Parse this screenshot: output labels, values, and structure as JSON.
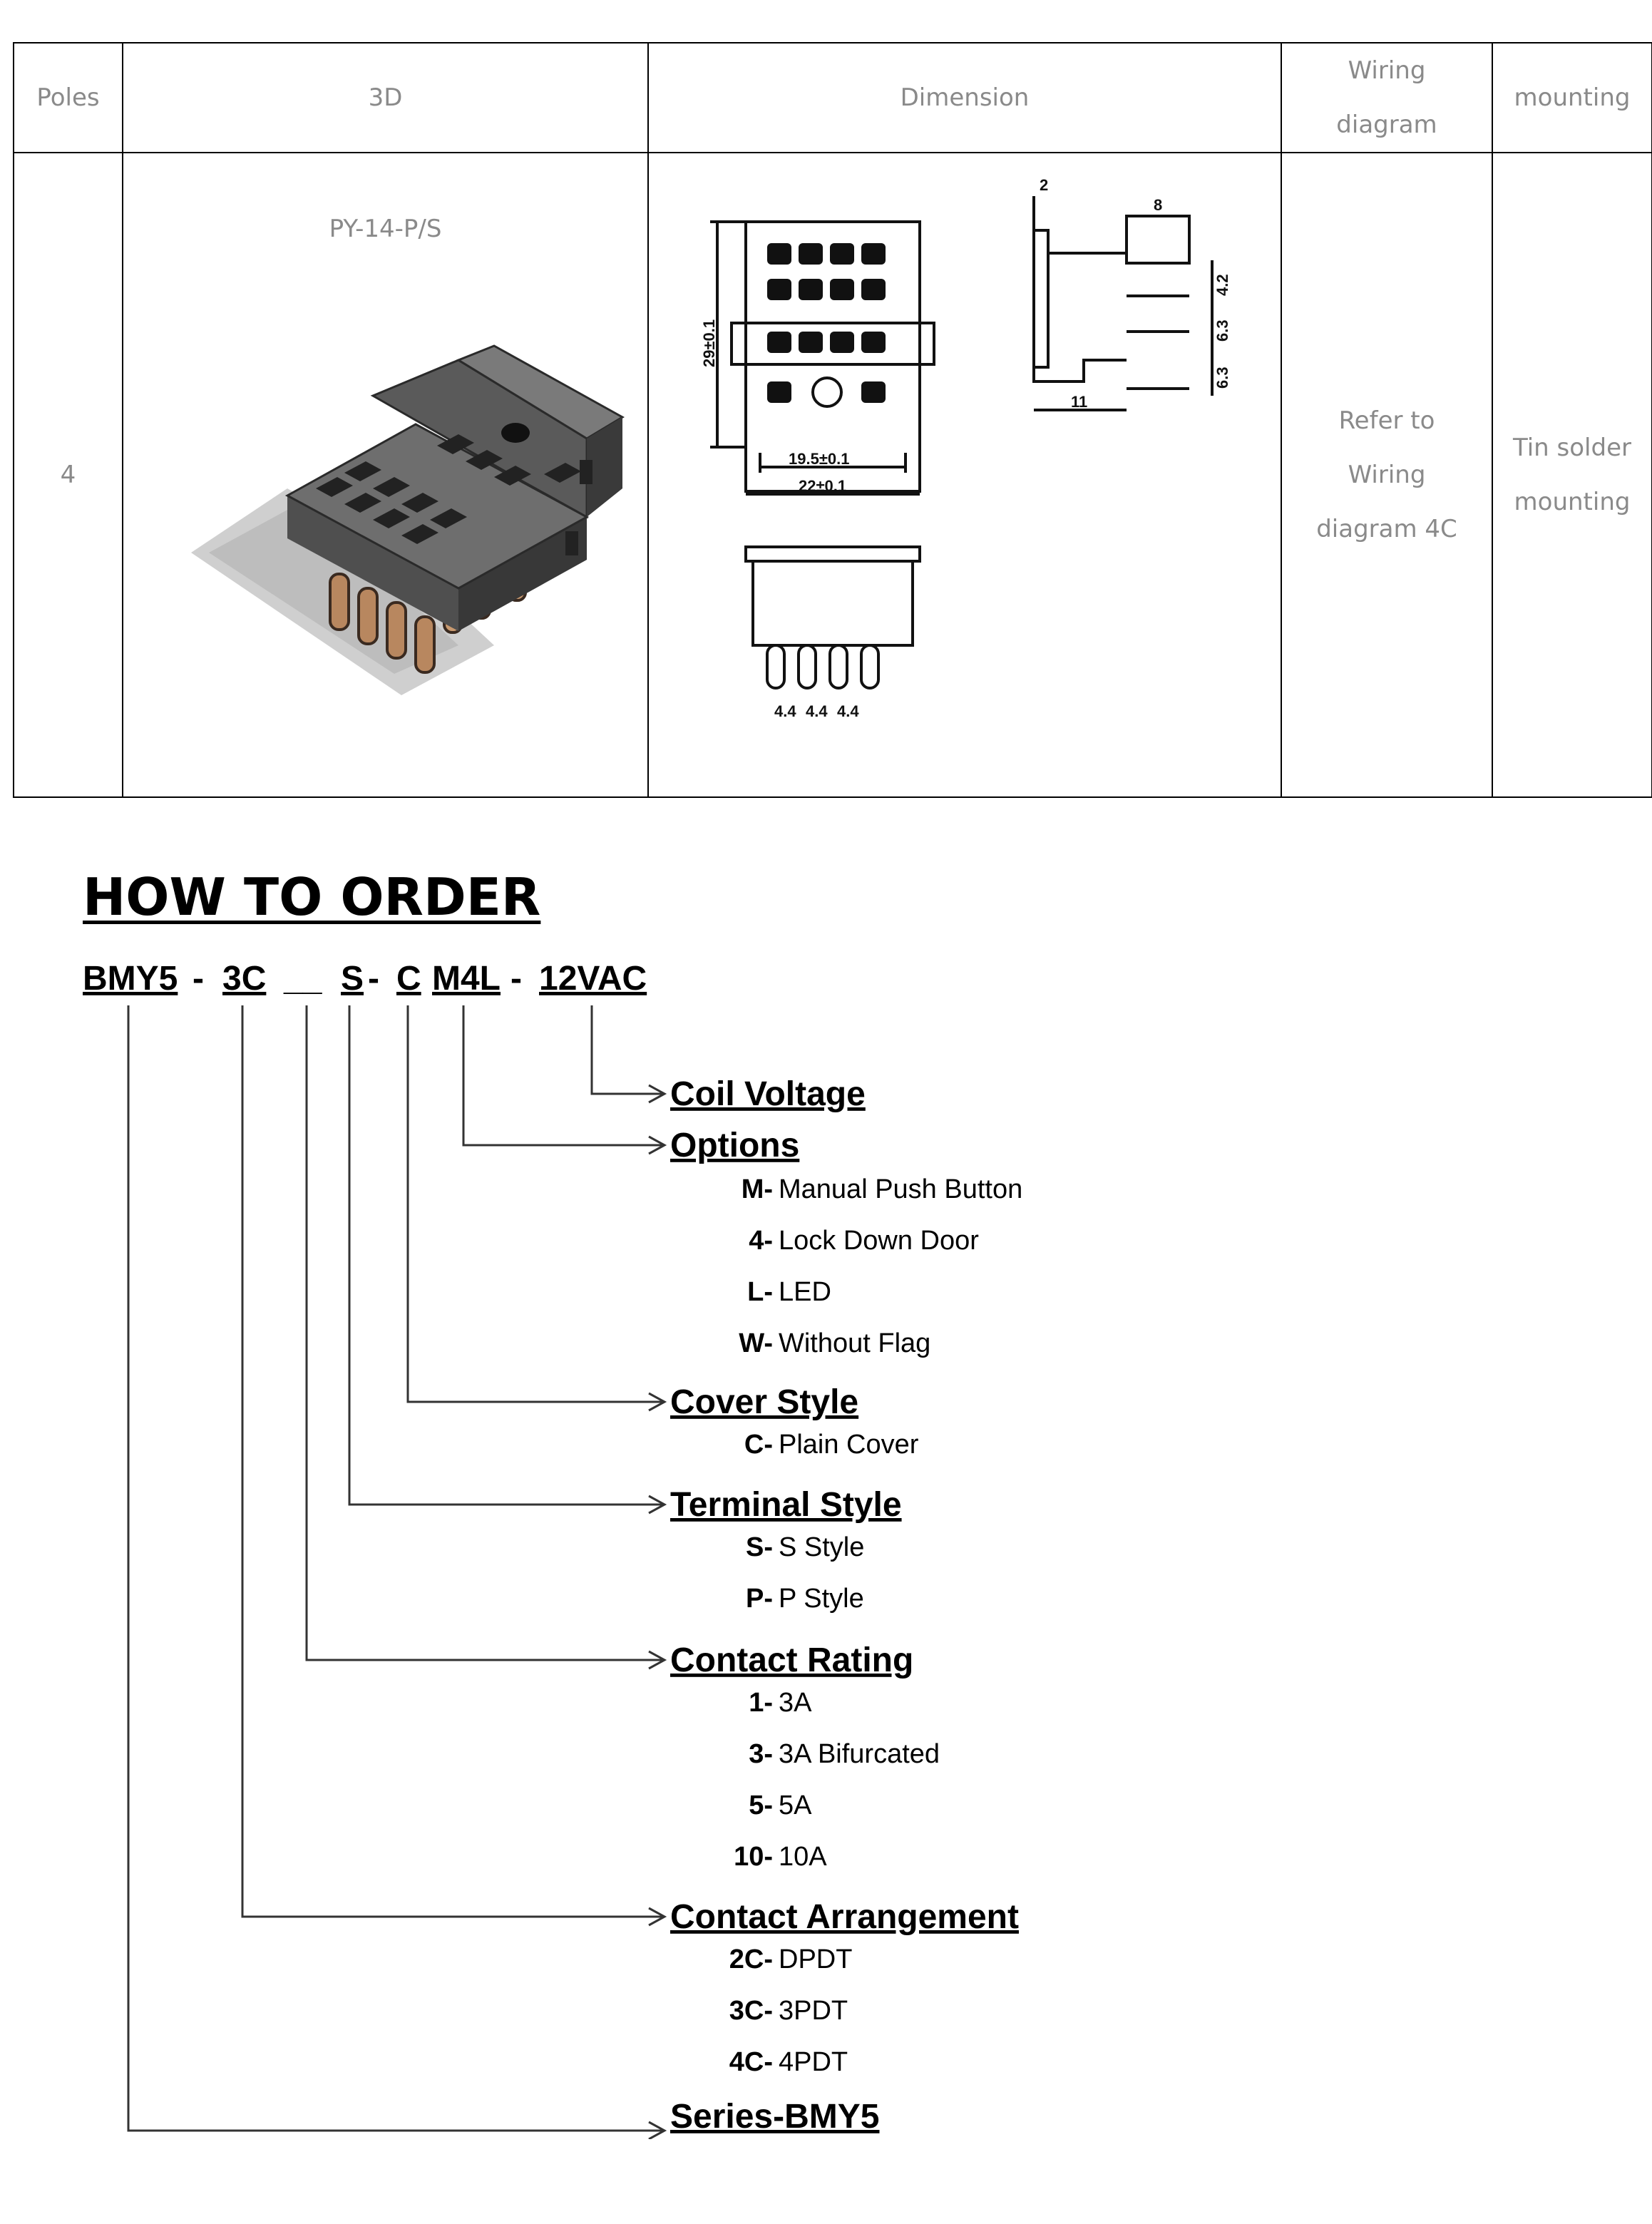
{
  "table": {
    "headers": [
      "Poles",
      "3D",
      "Dimension",
      "Wiring diagram",
      "mounting"
    ],
    "row": {
      "poles": "4",
      "model": "PY-14-P/S",
      "wiring": "Refer to Wiring diagram 4C",
      "mounting": "Tin solder mounting"
    },
    "dimension_labels": {
      "height": "29±0.1",
      "inner_width": "19.5±0.1",
      "outer_width": "22±0.1",
      "side_top": "2",
      "side_width": "8",
      "side_pitch1": "4.2",
      "side_pitch2": "6.3",
      "side_pitch3": "6.3",
      "side_depth": "11",
      "bottom_pitch": "4.4",
      "bottom_pitch_2": "4.4",
      "bottom_pitch_3": "4.4"
    }
  },
  "order": {
    "title": "HOW TO ORDER",
    "code_parts": [
      "BMY5",
      "-",
      "3C",
      "__",
      "S",
      "-",
      "C",
      "M4L",
      "-",
      "12VAC"
    ],
    "categories": {
      "coil_voltage": "Coil Voltage",
      "options": "Options",
      "cover_style": "Cover Style",
      "terminal_style": "Terminal Style",
      "contact_rating": "Contact Rating",
      "contact_arrangement": "Contact Arrangement",
      "series": "Series-BMY5"
    },
    "options_items": [
      {
        "code": "M-",
        "desc": "Manual Push Button"
      },
      {
        "code": "4-",
        "desc": "Lock Down Door"
      },
      {
        "code": "L-",
        "desc": "LED"
      },
      {
        "code": "W-",
        "desc": "Without Flag"
      }
    ],
    "cover_items": [
      {
        "code": "C-",
        "desc": "Plain Cover"
      }
    ],
    "terminal_items": [
      {
        "code": "S-",
        "desc": "S Style"
      },
      {
        "code": "P-",
        "desc": "P Style"
      }
    ],
    "rating_items": [
      {
        "code": "1-",
        "desc": "3A"
      },
      {
        "code": "3-",
        "desc": "3A Bifurcated"
      },
      {
        "code": "5-",
        "desc": "5A"
      },
      {
        "code": "10-",
        "desc": "10A"
      }
    ],
    "arrangement_items": [
      {
        "code": "2C-",
        "desc": "DPDT"
      },
      {
        "code": "3C-",
        "desc": "3PDT"
      },
      {
        "code": "4C-",
        "desc": "4PDT"
      }
    ]
  }
}
